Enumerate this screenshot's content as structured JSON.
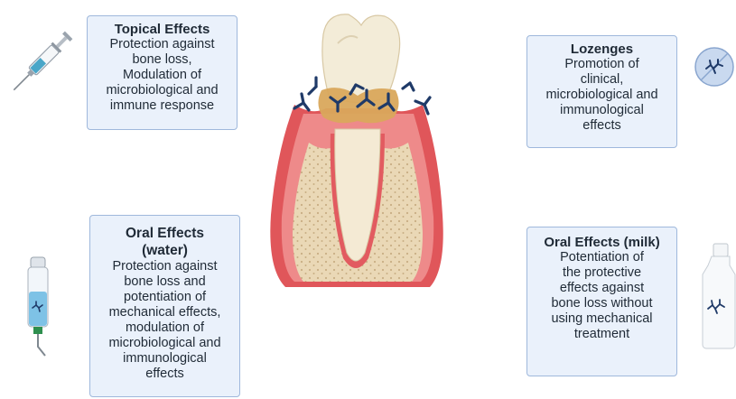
{
  "boxes": {
    "topical": {
      "title": "Topical Effects",
      "body": "Protection against\nbone loss,\nModulation of\nmicrobiological and\nimmune response"
    },
    "lozenges": {
      "title": "Lozenges",
      "body": "Promotion of\nclinical,\nmicrobiological and\nimmunological\neffects"
    },
    "oral_water": {
      "title": "Oral Effects\n(water)",
      "body": "Protection against\nbone loss and\npotentiation of\nmechanical effects,\nmodulation of\nmicrobiological and\nimmunological\neffects"
    },
    "oral_milk": {
      "title": "Oral Effects (milk)",
      "body": "Potentiation of\nthe protective\neffects against\nbone loss without\nusing mechanical\ntreatment"
    }
  },
  "colors": {
    "box_fill": "#eaf1fb",
    "box_border": "#9fb8dc",
    "gum": "#e0565a",
    "bone": "#e8d6b4",
    "tooth": "#f3ecd8",
    "molecule": "#1f3a68",
    "plaque": "#d9a85c"
  },
  "icons": {
    "syringe": "syringe-icon",
    "lozenge": "lozenge-icon",
    "water_bottle": "water-bottle-icon",
    "milk_bottle": "milk-bottle-icon",
    "tooth": "tooth-periodontium-icon"
  }
}
